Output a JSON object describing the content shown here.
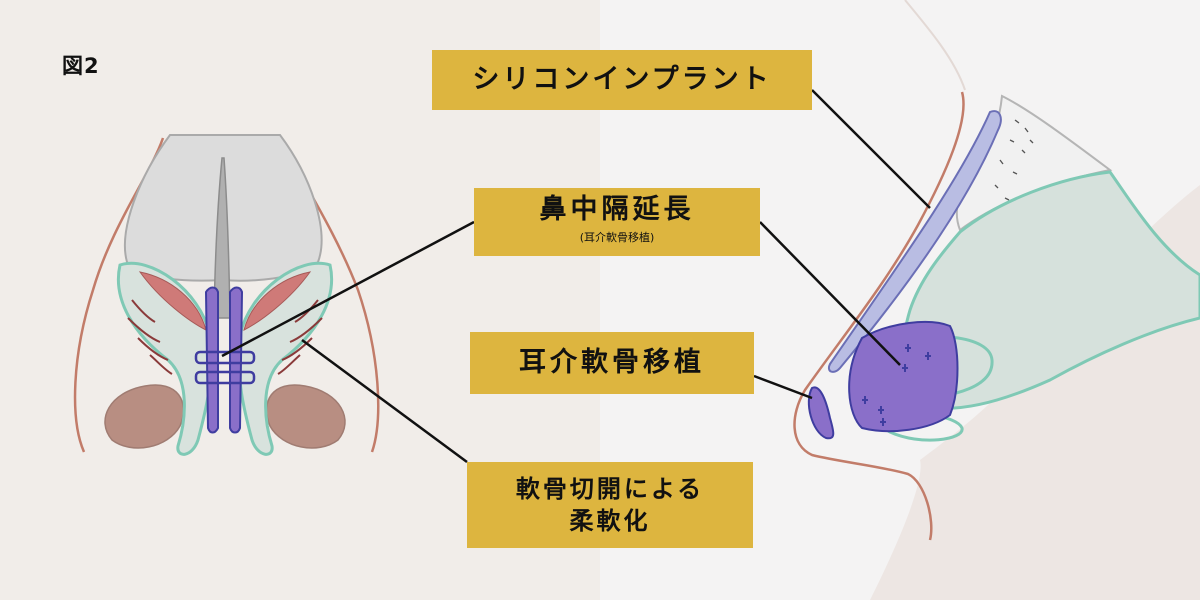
{
  "figure_title": "図2",
  "labels": {
    "silicone_implant": "シリコンインプラント",
    "septal_extension": "鼻中隔延長",
    "septal_extension_note": "(耳介軟骨移植)",
    "ear_cartilage_graft": "耳介軟骨移植",
    "cartilage_incision_line1": "軟骨切開による",
    "cartilage_incision_line2": "柔軟化"
  },
  "colors": {
    "label_background": "#ddb53f",
    "skin_outline": "#c27c69",
    "alar_cartilage": "#7fc9b5",
    "septal_graft": "#8a6fc9",
    "implant": "#b9bde3",
    "nostril": "#b88e82",
    "muscle": "#cf7a78"
  }
}
